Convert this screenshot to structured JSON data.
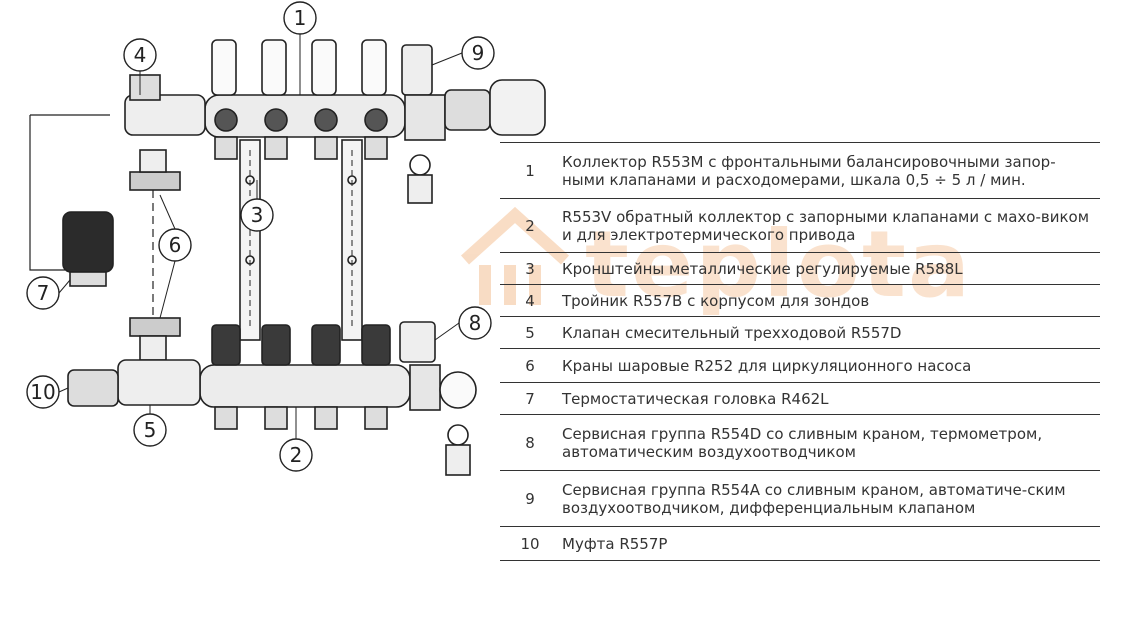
{
  "watermark": {
    "text": "teplota"
  },
  "callouts": [
    "1",
    "2",
    "3",
    "4",
    "5",
    "6",
    "7",
    "8",
    "9",
    "10"
  ],
  "legend": [
    {
      "num": "1",
      "text": "Коллектор R553M с фронтальными балансировочными запор-ными клапанами и расходомерами, шкала 0,5 ÷ 5 л / мин."
    },
    {
      "num": "2",
      "text": "R553V обратный коллектор с запорными клапанами с махо-виком и для электротермического привода"
    },
    {
      "num": "3",
      "text": "Кронштейны металлические регулируемые R588L"
    },
    {
      "num": "4",
      "text": "Тройник R557B с корпусом для зондов"
    },
    {
      "num": "5",
      "text": "Клапан смесительный трехходовой R557D"
    },
    {
      "num": "6",
      "text": "Краны шаровые R252 для циркуляционного насоса"
    },
    {
      "num": "7",
      "text": "Термостатическая головка R462L"
    },
    {
      "num": "8",
      "text": "Сервисная группа R554D со сливным краном, термометром, автоматическим воздухоотводчиком"
    },
    {
      "num": "9",
      "text": "Сервисная группа R554A со сливным краном, автоматиче-ским воздухоотводчиком, дифференциальным клапаном"
    },
    {
      "num": "10",
      "text": "Муфта R557P"
    }
  ]
}
